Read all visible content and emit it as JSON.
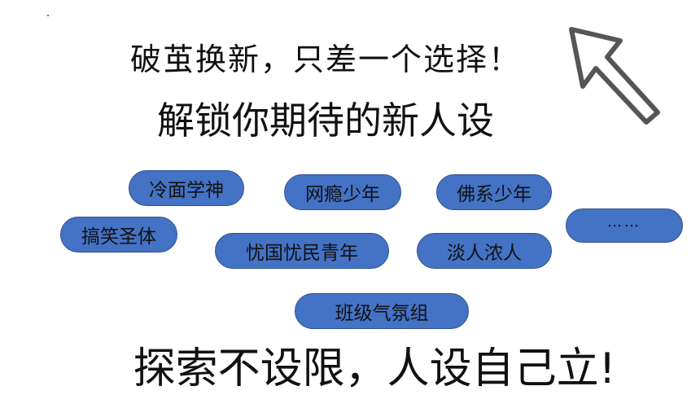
{
  "slide": {
    "subtitle": "破茧换新，只差一个选择！",
    "headline": "解锁你期待的新人设",
    "footer": "探索不设限，人设自己立!",
    "tags": [
      {
        "label": "冷面学神"
      },
      {
        "label": "网瘾少年"
      },
      {
        "label": "佛系少年"
      },
      {
        "label": "搞笑圣体"
      },
      {
        "label": "……"
      },
      {
        "label": "忧国忧民青年"
      },
      {
        "label": "淡人浓人"
      },
      {
        "label": "班级气氛组"
      }
    ],
    "cursor_icon": "mouse-pointer-arrow-icon",
    "colors": {
      "pill_fill": "#4472c4",
      "pill_border": "#2f528f",
      "text": "#111111"
    }
  }
}
